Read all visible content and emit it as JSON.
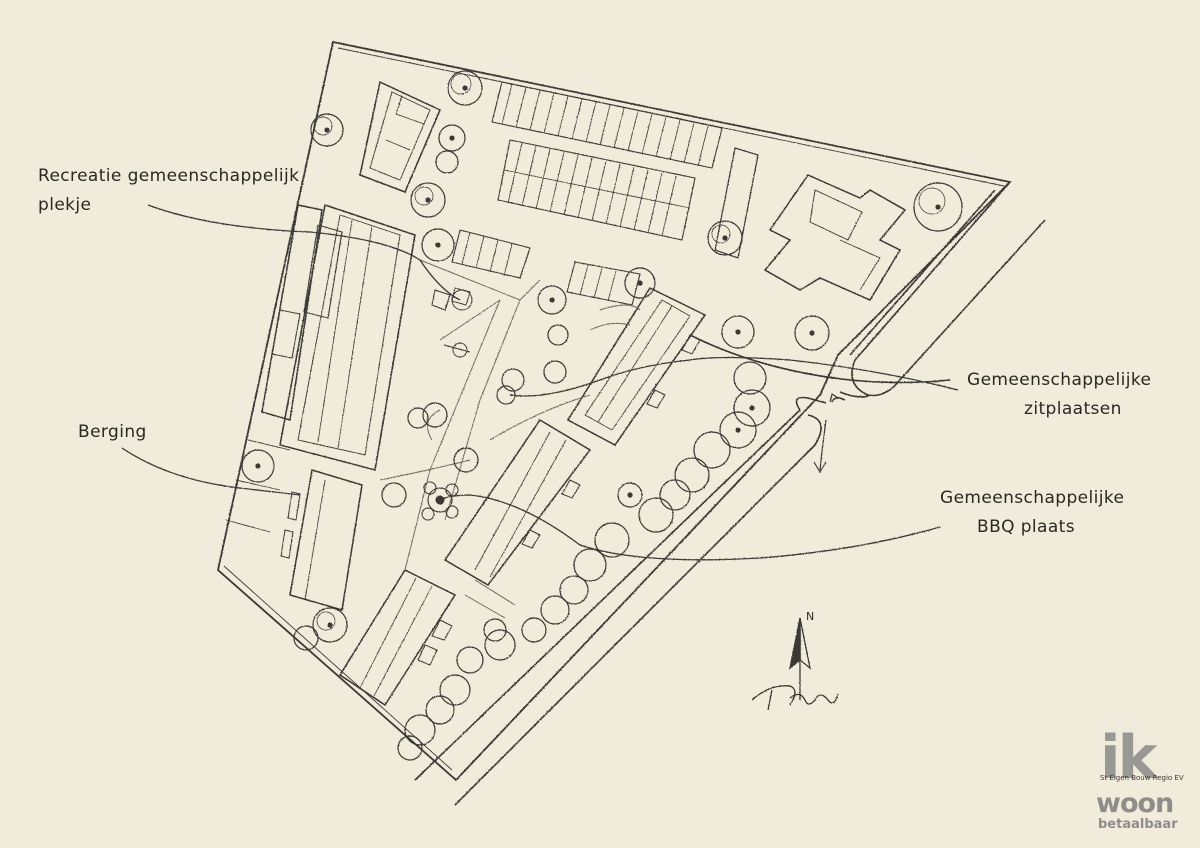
{
  "labels": {
    "recreatie_line1": "Recreatie gemeenschappelijk",
    "recreatie_line2": "plekje",
    "berging": "Berging",
    "zitplaatsen_line1": "Gemeenschappelijke",
    "zitplaatsen_line2": "zitplaatsen",
    "bbq_line1": "Gemeenschappelijke",
    "bbq_line2": "BBQ plaats"
  },
  "compass": {
    "north": "N"
  },
  "logo": {
    "mark": "ik",
    "org": "St Eigen Bouw Regio EV",
    "woon": "woon",
    "betaalbaar": "betaalbaar"
  },
  "colors": {
    "paper": "#f0ebdb",
    "pencil": "#3a3834",
    "soft": "#6e6b64"
  },
  "icons": [
    "tree-icon",
    "north-arrow-icon",
    "bench-icon",
    "bbq-icon"
  ]
}
